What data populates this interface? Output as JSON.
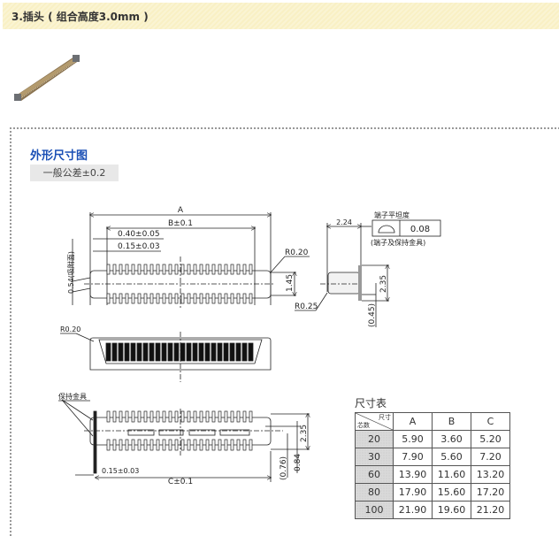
{
  "section": {
    "title": "3.插头 ( 组合高度3.0mm )"
  },
  "panel": {
    "title": "外形尺寸图",
    "tolerance_label": "一般公差±0.2"
  },
  "drawing": {
    "top_view": {
      "dim_A": "A",
      "dim_B": "B±0.1",
      "pitch": "0.40±0.05",
      "terminal_width": "0.15±0.03",
      "suction_area": "0.54(吸附面)",
      "radius_top": "R0.20",
      "height": "1.45",
      "radius_bottom": "R0.25"
    },
    "side_view": {
      "depth": "2.24",
      "flatness_label": "端子平坦度",
      "flatness_value": "0.08",
      "flatness_note": "(端子及保持金具)",
      "height": "2.35",
      "offset": "(0.45)"
    },
    "front_view": {
      "radius": "R0.20"
    },
    "bottom_view": {
      "retainer_label": "保持金具",
      "terminal_width": "0.15±0.03",
      "dim_C": "C±0.1",
      "height": "2.35",
      "dim_076": "(0.76)",
      "dim_084": "0.84"
    }
  },
  "dimension_table": {
    "title": "尺寸表",
    "header_corner_top": "尺寸",
    "header_corner_bottom": "芯数",
    "columns": [
      "A",
      "B",
      "C"
    ],
    "rows": [
      {
        "pins": "20",
        "A": "5.90",
        "B": "3.60",
        "C": "5.20"
      },
      {
        "pins": "30",
        "A": "7.90",
        "B": "5.60",
        "C": "7.20"
      },
      {
        "pins": "60",
        "A": "13.90",
        "B": "11.60",
        "C": "13.20"
      },
      {
        "pins": "80",
        "A": "17.90",
        "B": "15.60",
        "C": "17.20"
      },
      {
        "pins": "100",
        "A": "21.90",
        "B": "19.60",
        "C": "21.20"
      }
    ]
  }
}
